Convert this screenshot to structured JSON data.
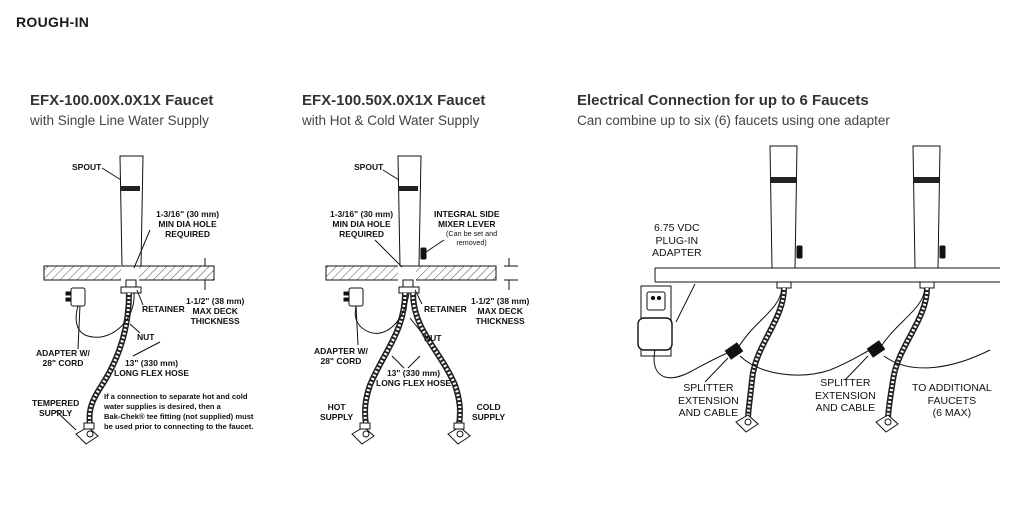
{
  "page_title": "ROUGH-IN",
  "panels": [
    {
      "title": "EFX-100.00X.0X1X Faucet",
      "subtitle": "with Single Line Water Supply",
      "labels": {
        "spout": "SPOUT",
        "hole": [
          "1-3/16\" (30 mm)",
          "MIN DIA HOLE",
          "REQUIRED"
        ],
        "retainer": "RETAINER",
        "deck": [
          "1-1/2\" (38 mm)",
          "MAX DECK",
          "THICKNESS"
        ],
        "nut": "NUT",
        "adapter": [
          "ADAPTER W/",
          "28\" CORD"
        ],
        "hose": [
          "13\" (330 mm)",
          "LONG FLEX HOSE"
        ],
        "supply": [
          "TEMPERED",
          "SUPPLY"
        ],
        "note": [
          "If a connection to separate hot and cold",
          "water supplies is desired, then a",
          "Bak-Chek® tee fitting (not supplied) must",
          "be used prior to connecting to the faucet."
        ]
      }
    },
    {
      "title": "EFX-100.50X.0X1X Faucet",
      "subtitle": "with Hot & Cold Water Supply",
      "labels": {
        "spout": "SPOUT",
        "hole": [
          "1-3/16\" (30 mm)",
          "MIN DIA HOLE",
          "REQUIRED"
        ],
        "lever": [
          "INTEGRAL SIDE",
          "MIXER LEVER"
        ],
        "lever_note": [
          "(Can be set and",
          "removed)"
        ],
        "retainer": "RETAINER",
        "deck": [
          "1-1/2\" (38 mm)",
          "MAX DECK",
          "THICKNESS"
        ],
        "nut": "NUT",
        "adapter": [
          "ADAPTER W/",
          "28\" CORD"
        ],
        "hose": [
          "13\" (330 mm)",
          "LONG FLEX HOSE"
        ],
        "hot": [
          "HOT",
          "SUPPLY"
        ],
        "cold": [
          "COLD",
          "SUPPLY"
        ]
      }
    },
    {
      "title": "Electrical Connection for up to 6 Faucets",
      "subtitle": "Can combine up to six (6) faucets using one adapter",
      "labels": {
        "adapter": [
          "6.75 VDC",
          "PLUG-IN",
          "ADAPTER"
        ],
        "splitter1": [
          "SPLITTER",
          "EXTENSION",
          "AND CABLE"
        ],
        "splitter2": [
          "SPLITTER",
          "EXTENSION",
          "AND CABLE"
        ],
        "additional": [
          "TO ADDITIONAL",
          "FAUCETS",
          "(6 MAX)"
        ]
      }
    }
  ]
}
